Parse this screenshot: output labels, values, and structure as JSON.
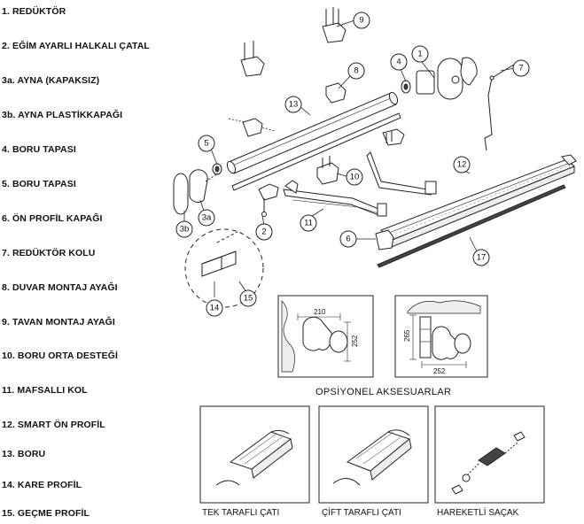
{
  "legend": [
    {
      "label": "1. REDÜKTÖR"
    },
    {
      "label": "2. EĞİM AYARLI HALKALI ÇATAL"
    },
    {
      "label": "3a. AYNA (KAPAKSIZ)"
    },
    {
      "label": "3b. AYNA PLASTİKKAPAĞI"
    },
    {
      "label": "4. BORU TAPASI"
    },
    {
      "label": "5. BORU TAPASI"
    },
    {
      "label": "6. ÖN PROFİL KAPAĞI"
    },
    {
      "label": "7. REDÜKTÖR KOLU"
    },
    {
      "label": "8. DUVAR MONTAJ AYAĞI"
    },
    {
      "label": "9. TAVAN MONTAJ AYAĞI"
    },
    {
      "label": "10. BORU ORTA DESTEĞİ"
    },
    {
      "label": "11. MAFSALLI KOL"
    },
    {
      "label": "12. SMART ÖN PROFİL"
    },
    {
      "label": "13. BORU"
    },
    {
      "label": "14. KARE PROFİL"
    },
    {
      "label": "15. GEÇME PROFİL"
    }
  ],
  "callouts": [
    "9",
    "1",
    "4",
    "7",
    "8",
    "13",
    "5",
    "10",
    "12",
    "3b",
    "3a",
    "2",
    "11",
    "6",
    "17",
    "15",
    "14"
  ],
  "optional": {
    "title": "OPSİYONEL AKSESUARLAR",
    "dims_left": {
      "width": "210",
      "height": "252"
    },
    "dims_right": {
      "height": "265",
      "width": "252"
    },
    "panels": [
      {
        "caption": "TEK TARAFLI ÇATI"
      },
      {
        "caption": "ÇİFT TARAFLI ÇATI"
      },
      {
        "caption": "HAREKETLİ SAÇAK"
      }
    ]
  }
}
